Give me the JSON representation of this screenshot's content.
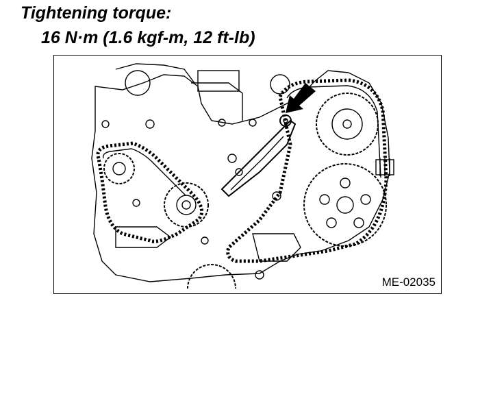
{
  "heading": {
    "title": "Tightening torque:",
    "value": "16 N·m (1.6 kgf-m, 12 ft-lb)"
  },
  "figure": {
    "code": "ME-02035",
    "arrow_icon": "arrow-down-left-icon",
    "line_color": "#000000",
    "background_color": "#ffffff"
  }
}
